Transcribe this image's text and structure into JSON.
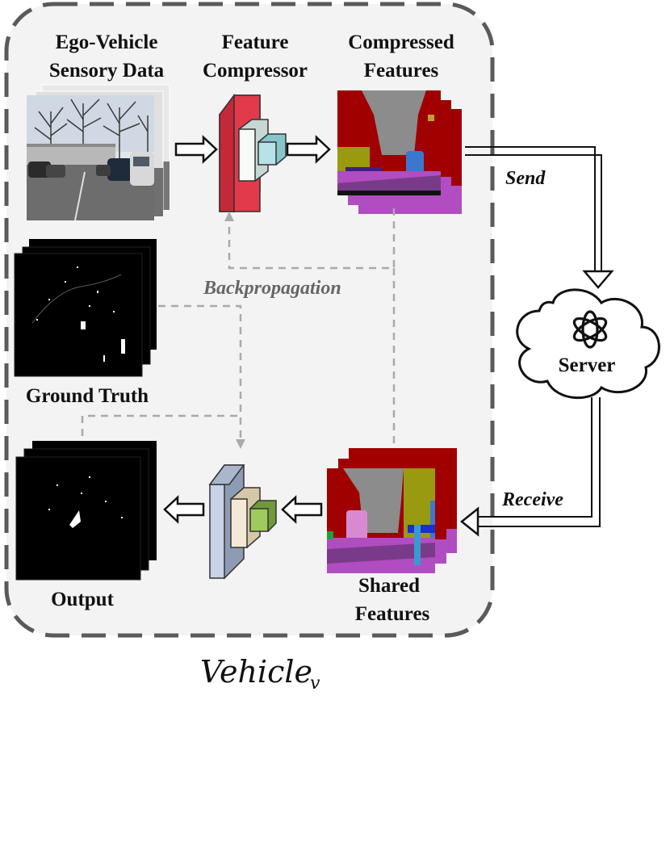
{
  "labels": {
    "ego_line1": "Ego-Vehicle",
    "ego_line2": "Sensory Data",
    "fc_line1": "Feature",
    "fc_line2": "Compressor",
    "cf_line1": "Compressed",
    "cf_line2": "Features",
    "ground_truth": "Ground Truth",
    "output": "Output",
    "shared_line1": "Shared",
    "shared_line2": "Features",
    "backprop": "Backpropagation",
    "send": "Send",
    "receive": "Receive",
    "server": "Server",
    "vehicle_name": "Vehicle",
    "vehicle_sub": "v"
  },
  "colors": {
    "vehicle_box_fill": "#f3f3f3",
    "vehicle_box_stroke": "#5a5a5a",
    "compressor_front": "#e23a4a",
    "compressor_side": "#a81c2a",
    "decoder_front": "#c9d3e6",
    "decoder_side": "#8e9bb4",
    "seg_sky": "#8c8c8c",
    "seg_building": "#a00000",
    "seg_vegetation": "#9a9a10",
    "seg_road": "#b04dc0",
    "seg_car": "#3a78d0",
    "seg_person": "#d88ad0",
    "dashed_arrow": "#aaaaaa"
  },
  "icons": {
    "server_logo": "openai-logo-icon",
    "server_shape": "cloud-icon"
  }
}
